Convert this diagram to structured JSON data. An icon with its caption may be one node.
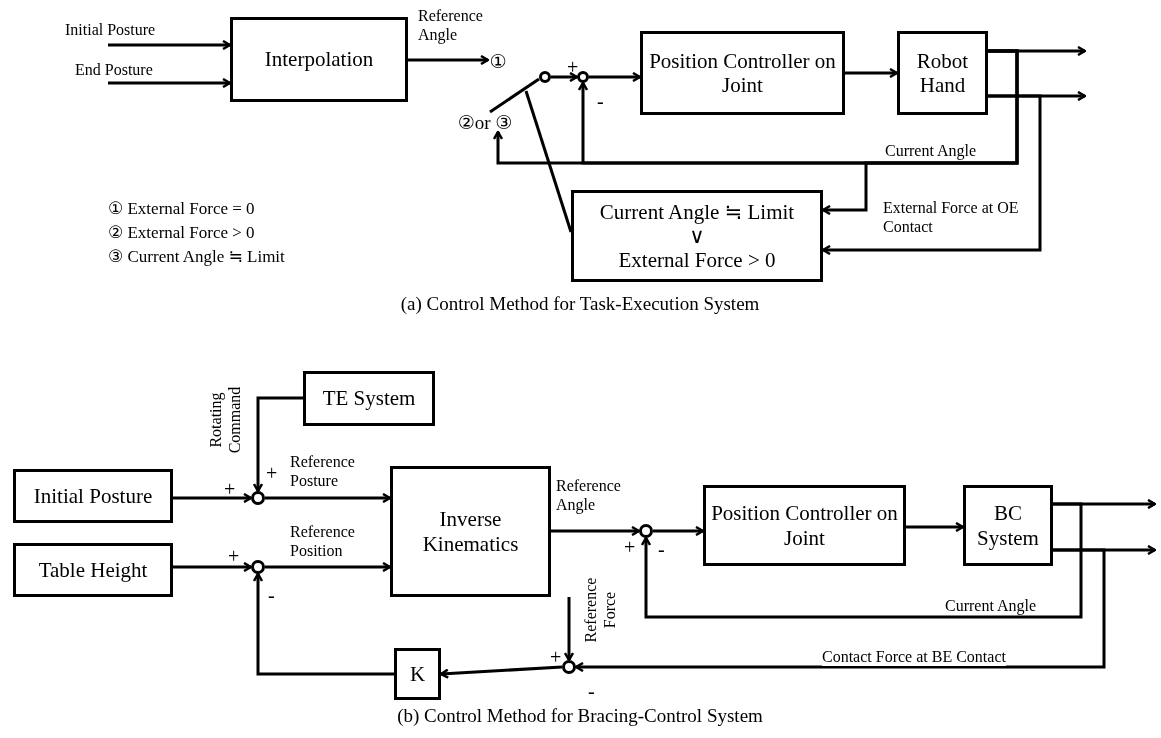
{
  "diagram": {
    "nodes": [
      {
        "text": [
          "Interpolation"
        ]
      },
      {
        "text": [
          "①"
        ]
      },
      {
        "text": [],
        "shape": "circle"
      },
      {
        "text": [],
        "shape": "circle"
      },
      {
        "text": [
          "Position Controller on Joint"
        ]
      },
      {
        "text": [
          "Robot Hand"
        ]
      },
      {
        "text": [
          "②or ③"
        ]
      },
      {
        "text": [
          "Current Angle ≒ Limit",
          "∨",
          "External Force > 0"
        ]
      },
      {
        "text": [
          "TE System"
        ]
      },
      {
        "text": [],
        "shape": "circle"
      },
      {
        "text": [
          "Initial Posture"
        ]
      },
      {
        "text": [
          "Inverse Kinematics"
        ]
      },
      {
        "text": [],
        "shape": "circle"
      },
      {
        "text": [
          "Position Controller on Joint"
        ]
      },
      {
        "text": [
          "BC System"
        ]
      },
      {
        "text": [
          "Table Height"
        ]
      },
      {
        "text": [],
        "shape": "circle"
      },
      {
        "text": [],
        "shape": "circle"
      },
      {
        "text": [
          "K"
        ]
      }
    ],
    "edges": [
      {
        "from": null,
        "to": 0,
        "arrow": "to",
        "label": "Initial Posture"
      },
      {
        "from": null,
        "to": 0,
        "arrow": "to",
        "label": "End Posture"
      },
      {
        "from": 0,
        "to": 1,
        "arrow": "to",
        "label": "Reference Angle"
      },
      {
        "from": 2,
        "to": 3,
        "arrow": "to"
      },
      {
        "from": 3,
        "to": 4,
        "arrow": "to"
      },
      {
        "from": 4,
        "to": 5,
        "arrow": "to"
      },
      {
        "from": 5,
        "to": null,
        "arrow": "to"
      },
      {
        "from": 5,
        "to": null,
        "arrow": "to"
      },
      {
        "from": 5,
        "to": 6,
        "arrow": "to",
        "label": "Current Angle"
      },
      {
        "from": 5,
        "to": 3,
        "arrow": "to"
      },
      {
        "from": 5,
        "to": 7,
        "arrow": "to"
      },
      {
        "from": 5,
        "to": 7,
        "arrow": "to",
        "label": "External Force at OE Contact"
      },
      {
        "from": 7,
        "to": null,
        "arrow": "none"
      },
      {
        "from": 2,
        "to": 6,
        "arrow": "none"
      },
      {
        "from": 8,
        "to": 9,
        "arrow": "to",
        "label": "Rotating Command"
      },
      {
        "from": 10,
        "to": 9,
        "arrow": "to"
      },
      {
        "from": 9,
        "to": 11,
        "arrow": "to",
        "label": "Reference Posture"
      },
      {
        "from": 15,
        "to": 16,
        "arrow": "to"
      },
      {
        "from": 16,
        "to": 11,
        "arrow": "to",
        "label": "Reference Position"
      },
      {
        "from": 11,
        "to": 12,
        "arrow": "to",
        "label": "Reference Angle"
      },
      {
        "from": 12,
        "to": 13,
        "arrow": "to"
      },
      {
        "from": 13,
        "to": 14,
        "arrow": "to"
      },
      {
        "from": 14,
        "to": null,
        "arrow": "to"
      },
      {
        "from": 14,
        "to": null,
        "arrow": "to"
      },
      {
        "from": 14,
        "to": 12,
        "arrow": "to",
        "label": "Current Angle"
      },
      {
        "from": 14,
        "to": 17,
        "arrow": "to",
        "label": "Contact Force at BE Contact"
      },
      {
        "from": null,
        "to": 17,
        "arrow": "to",
        "label": "Reference Force"
      },
      {
        "from": 17,
        "to": 18,
        "arrow": "to"
      },
      {
        "from": 18,
        "to": 16,
        "arrow": "to"
      }
    ],
    "labels": [
      "+",
      "-",
      "① External Force = 0",
      "② External Force > 0",
      "③ Current Angle ≒ Limit",
      "(a) Control Method for Task-Execution System",
      "+",
      "+",
      "+",
      "-",
      "+",
      "-",
      "+",
      "-",
      "(b) Control Method for Bracing-Control System"
    ]
  }
}
